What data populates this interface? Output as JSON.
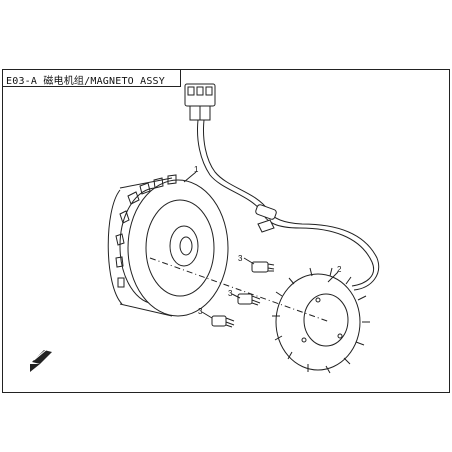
{
  "header": {
    "title": "E03-A 磁电机组/MAGNETO ASSY"
  },
  "callouts": [
    "1",
    "2",
    "3",
    "3",
    "3"
  ]
}
